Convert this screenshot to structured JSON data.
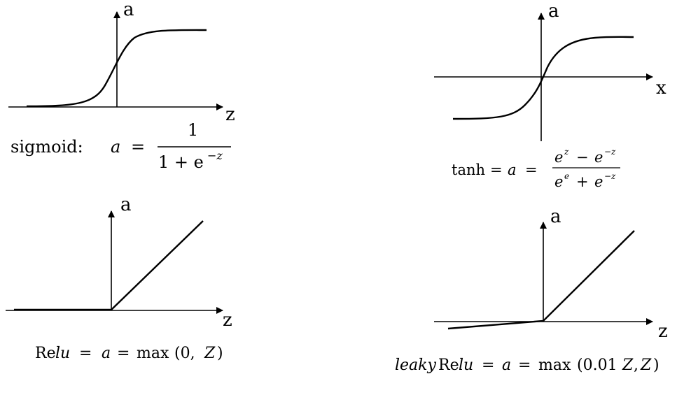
{
  "panels": {
    "sigmoid": {
      "y_axis_label": "a",
      "x_axis_label": "z",
      "formula": {
        "name": "sigmoid:",
        "lhs": "a",
        "eq": "=",
        "numerator": "1",
        "denominator": "1 + e",
        "exponent": "−z"
      }
    },
    "tanh": {
      "y_axis_label": "a",
      "x_axis_label": "x",
      "formula": {
        "name": "tanh",
        "eq1": "=",
        "mid": "a",
        "eq2": "=",
        "num_base1": "e",
        "num_exp1": "z",
        "num_minus": "−",
        "num_base2": "e",
        "num_exp2": "−z",
        "den_base1": "e",
        "den_exp1": "e",
        "den_plus": "+",
        "den_base2": "e",
        "den_exp2": "−z"
      }
    },
    "relu": {
      "y_axis_label": "a",
      "x_axis_label": "z",
      "formula": {
        "re": "Re",
        "lu": "lu",
        "eq1": "=",
        "mid": "a",
        "eq2": "=",
        "max": "max",
        "args_open": "(0,",
        "arg_var": "Z",
        "args_close": ")"
      }
    },
    "leaky_relu": {
      "y_axis_label": "a",
      "x_axis_label": "z",
      "formula": {
        "leaky": "leaky",
        "re": "Re",
        "lu": "lu",
        "eq1": "=",
        "mid": "a",
        "eq2": "=",
        "max": "max",
        "args_open": "(0.01",
        "arg_var1": "Z",
        "comma": ",",
        "arg_var2": "Z",
        "args_close": ")"
      }
    }
  }
}
